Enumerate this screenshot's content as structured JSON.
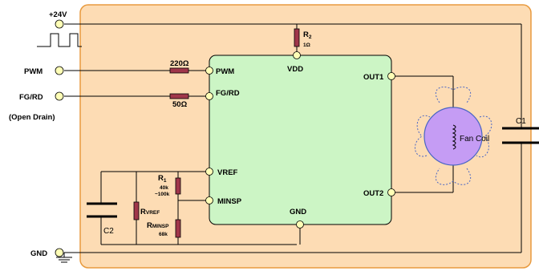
{
  "colors": {
    "board": "#fddcb4",
    "ic": "#ccf5c5",
    "pin": "#ffffb6",
    "resistor": "#a0364a",
    "fan_coil": "#c59cf4",
    "fan_blade": "#4a66c4"
  },
  "supply": {
    "label": "+24V"
  },
  "inputs": {
    "pwm": "PWM",
    "fgrd": "FG/RD",
    "open_drain": "(Open Drain)",
    "gnd": "GND"
  },
  "resistors": {
    "r2": {
      "name": "R",
      "sub": "2",
      "value": "1Ω"
    },
    "r_pwm": {
      "value": "220Ω"
    },
    "r_fg": {
      "value": "50Ω"
    },
    "r1": {
      "name": "R",
      "sub": "1",
      "value_line1": "40k",
      "value_line2": "~100k"
    },
    "rvref": {
      "name": "R",
      "sub": "VREF"
    },
    "rminsp": {
      "name": "R",
      "sub": "MINSP",
      "value": "68k"
    }
  },
  "ic_pins": {
    "vdd": "VDD",
    "pwm": "PWM",
    "fgrd": "FG/RD",
    "vref": "VREF",
    "minsp": "MINSP",
    "gnd": "GND",
    "out1": "OUT1",
    "out2": "OUT2"
  },
  "capacitors": {
    "c1": "C1",
    "c2": "C2"
  },
  "fan": {
    "label": "Fan Coil"
  }
}
